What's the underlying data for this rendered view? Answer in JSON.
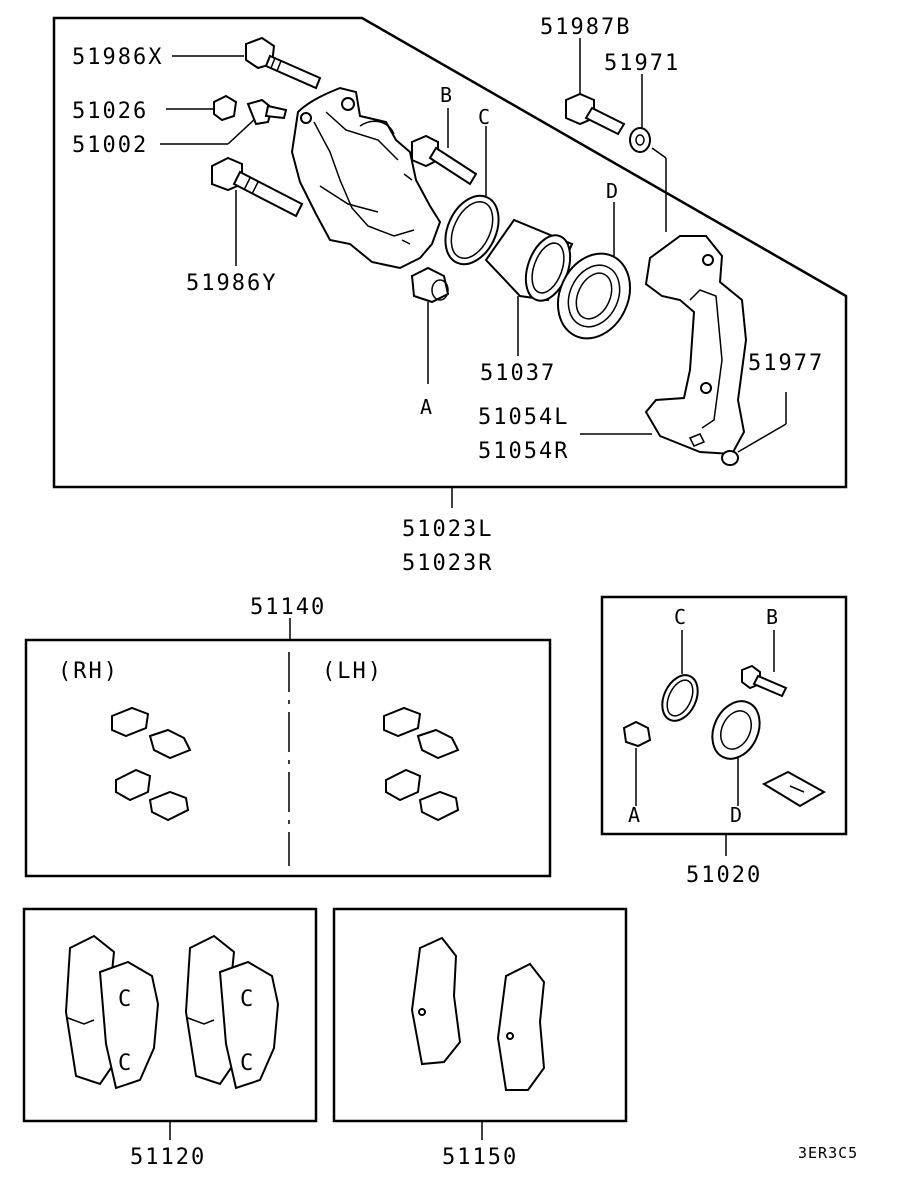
{
  "labels": {
    "p51986X": "51986X",
    "p51026": "51026",
    "p51002": "51002",
    "p51986Y": "51986Y",
    "p51987B": "51987B",
    "p51971": "51971",
    "p51037": "51037",
    "p51977": "51977",
    "p51054L": "51054L",
    "p51054R": "51054R",
    "p51023L": "51023L",
    "p51023R": "51023R",
    "p51140": "51140",
    "p51020": "51020",
    "p51120": "51120",
    "p51150": "51150",
    "rh": "(RH)",
    "lh": "(LH)",
    "diagram_code": "3ER3C5"
  },
  "letters": {
    "a": "A",
    "b": "B",
    "c": "C",
    "d": "D"
  }
}
